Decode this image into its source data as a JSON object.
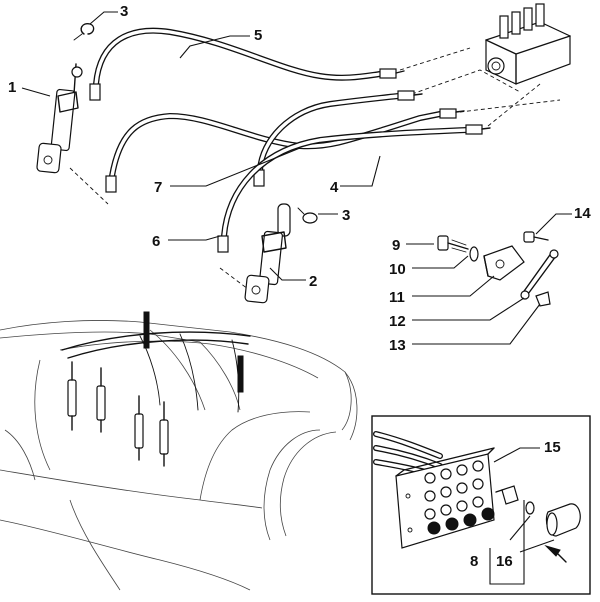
{
  "callouts": [
    {
      "id": "c1",
      "text": "1"
    },
    {
      "id": "c2",
      "text": "2"
    },
    {
      "id": "c3a",
      "text": "3"
    },
    {
      "id": "c3b",
      "text": "3"
    },
    {
      "id": "c4",
      "text": "4"
    },
    {
      "id": "c5",
      "text": "5"
    },
    {
      "id": "c6",
      "text": "6"
    },
    {
      "id": "c7",
      "text": "7"
    },
    {
      "id": "c8",
      "text": "8"
    },
    {
      "id": "c9",
      "text": "9"
    },
    {
      "id": "c10",
      "text": "10"
    },
    {
      "id": "c11",
      "text": "11"
    },
    {
      "id": "c12",
      "text": "12"
    },
    {
      "id": "c13",
      "text": "13"
    },
    {
      "id": "c14",
      "text": "14"
    },
    {
      "id": "c15",
      "text": "15"
    },
    {
      "id": "c16",
      "text": "16"
    }
  ]
}
